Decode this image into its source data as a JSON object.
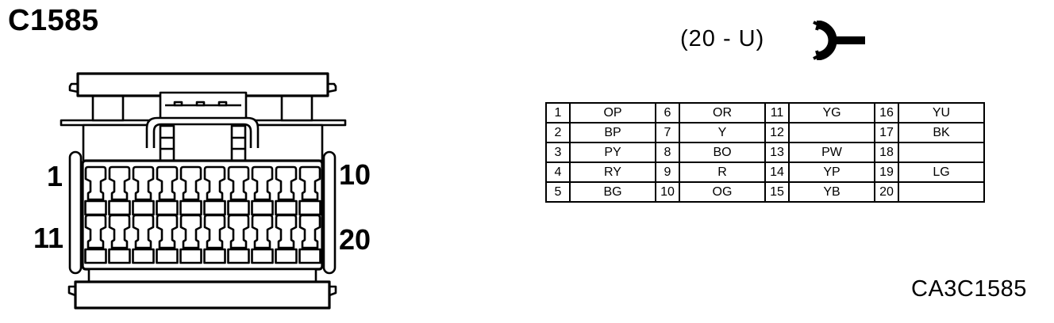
{
  "page": {
    "title": "C1585",
    "connector_type_label": "(20 - U)",
    "diagram_code": "CA3C1585"
  },
  "colors": {
    "ink": "#000000",
    "paper": "#ffffff"
  },
  "icons": {
    "gender_symbol": "female-connector-symbol"
  },
  "connector_view": {
    "rows": 2,
    "pins_per_row": 10,
    "labels": {
      "top_left": "1",
      "top_right": "10",
      "bottom_left": "11",
      "bottom_right": "20"
    }
  },
  "pin_table": {
    "groups": [
      {
        "rows": [
          {
            "pin": "1",
            "color": "OP"
          },
          {
            "pin": "2",
            "color": "BP"
          },
          {
            "pin": "3",
            "color": "PY"
          },
          {
            "pin": "4",
            "color": "RY"
          },
          {
            "pin": "5",
            "color": "BG"
          }
        ]
      },
      {
        "rows": [
          {
            "pin": "6",
            "color": "OR"
          },
          {
            "pin": "7",
            "color": "Y"
          },
          {
            "pin": "8",
            "color": "BO"
          },
          {
            "pin": "9",
            "color": "R"
          },
          {
            "pin": "10",
            "color": "OG"
          }
        ]
      },
      {
        "rows": [
          {
            "pin": "11",
            "color": "YG"
          },
          {
            "pin": "12",
            "color": ""
          },
          {
            "pin": "13",
            "color": "PW"
          },
          {
            "pin": "14",
            "color": "YP"
          },
          {
            "pin": "15",
            "color": "YB"
          }
        ]
      },
      {
        "rows": [
          {
            "pin": "16",
            "color": "YU"
          },
          {
            "pin": "17",
            "color": "BK"
          },
          {
            "pin": "18",
            "color": ""
          },
          {
            "pin": "19",
            "color": "LG"
          },
          {
            "pin": "20",
            "color": ""
          }
        ]
      }
    ]
  }
}
